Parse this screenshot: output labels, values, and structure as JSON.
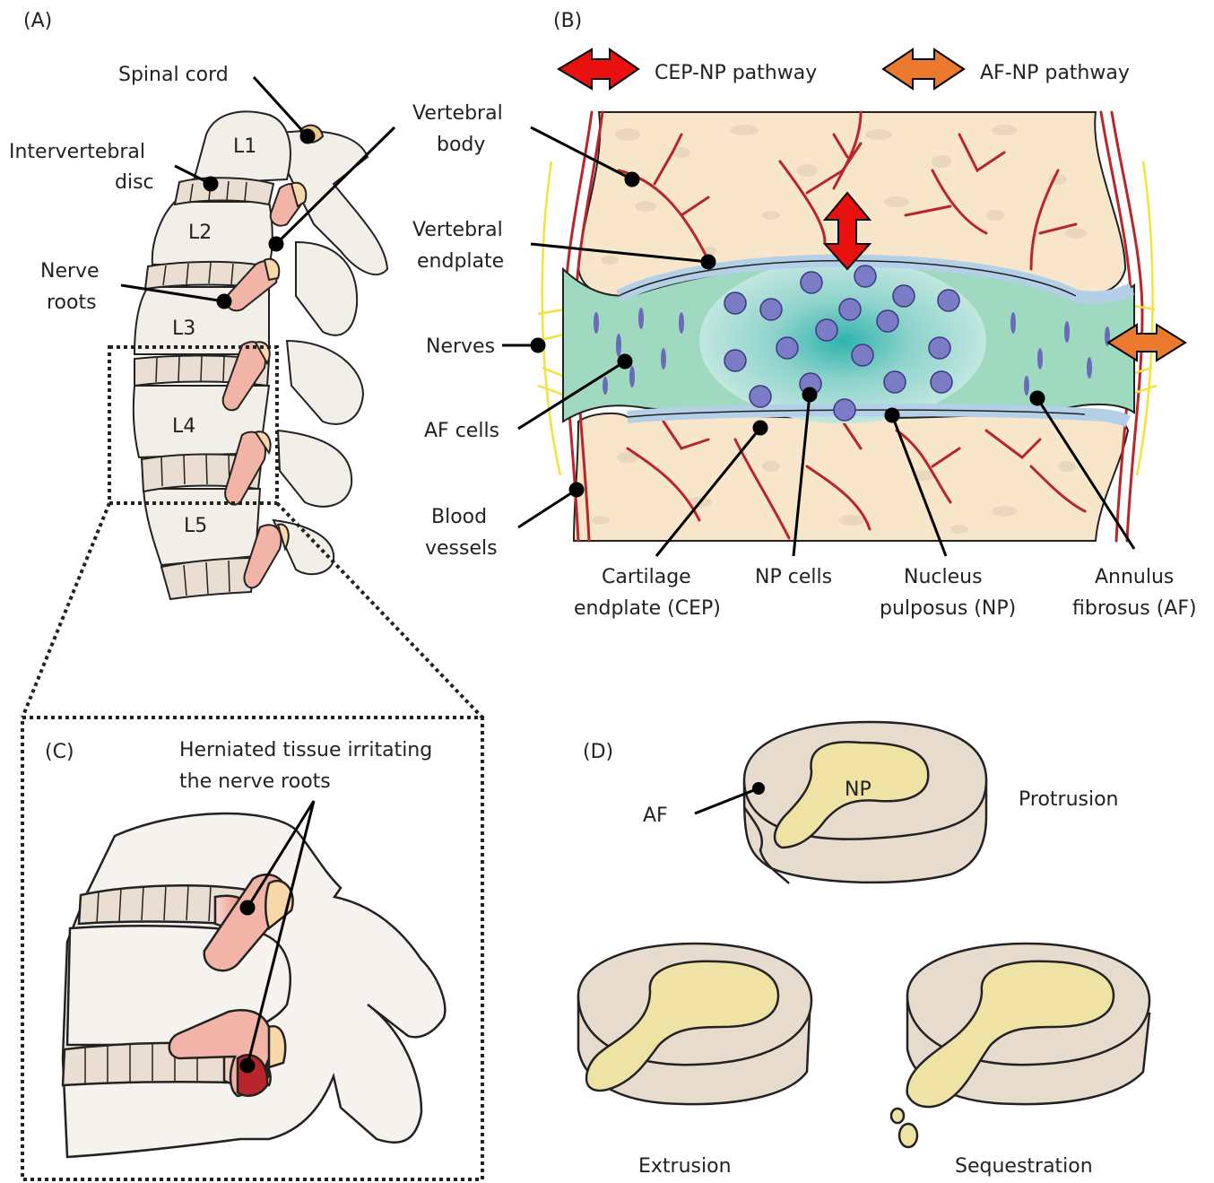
{
  "panels": {
    "a": {
      "letter": "(A)",
      "labels": {
        "spinal_cord": "Spinal cord",
        "intervertebral_disc_1": "Intervertebral",
        "intervertebral_disc_2": "disc",
        "nerve_roots_1": "Nerve",
        "nerve_roots_2": "roots"
      },
      "vertebrae": [
        "L1",
        "L2",
        "L3",
        "L4",
        "L5"
      ]
    },
    "b": {
      "letter": "(B)",
      "legend": {
        "cep_np": "CEP-NP pathway",
        "af_np": "AF-NP pathway"
      },
      "labels": {
        "vertebral_body_1": "Vertebral",
        "vertebral_body_2": "body",
        "vertebral_endplate_1": "Vertebral",
        "vertebral_endplate_2": "endplate",
        "nerves": "Nerves",
        "af_cells": "AF cells",
        "blood_vessels_1": "Blood",
        "blood_vessels_2": "vessels",
        "cep_1": "Cartilage",
        "cep_2": "endplate (CEP)",
        "np_cells": "NP cells",
        "np_1": "Nucleus",
        "np_2": "pulposus (NP)",
        "af_1": "Annulus",
        "af_2": "fibrosus (AF)"
      },
      "colors": {
        "cep_arrow": "#e8110f",
        "af_arrow": "#ec7a2e",
        "vessel": "#b8262b",
        "nerve": "#f2e23b",
        "bone": "#f8e6cb",
        "np_core": "#2fb3ad",
        "af": "#9fd9c0",
        "endplate": "#b4cfe8",
        "cell": "#7c7bc5"
      }
    },
    "c": {
      "letter": "(C)",
      "labels": {
        "herniated_1": "Herniated tissue irritating",
        "herniated_2": "the nerve roots"
      }
    },
    "d": {
      "letter": "(D)",
      "labels": {
        "af": "AF",
        "np": "NP",
        "protrusion": "Protrusion",
        "extrusion": "Extrusion",
        "sequestration": "Sequestration"
      },
      "colors": {
        "disc": "#e7dbcd",
        "nucleus": "#eee3a4"
      }
    }
  }
}
